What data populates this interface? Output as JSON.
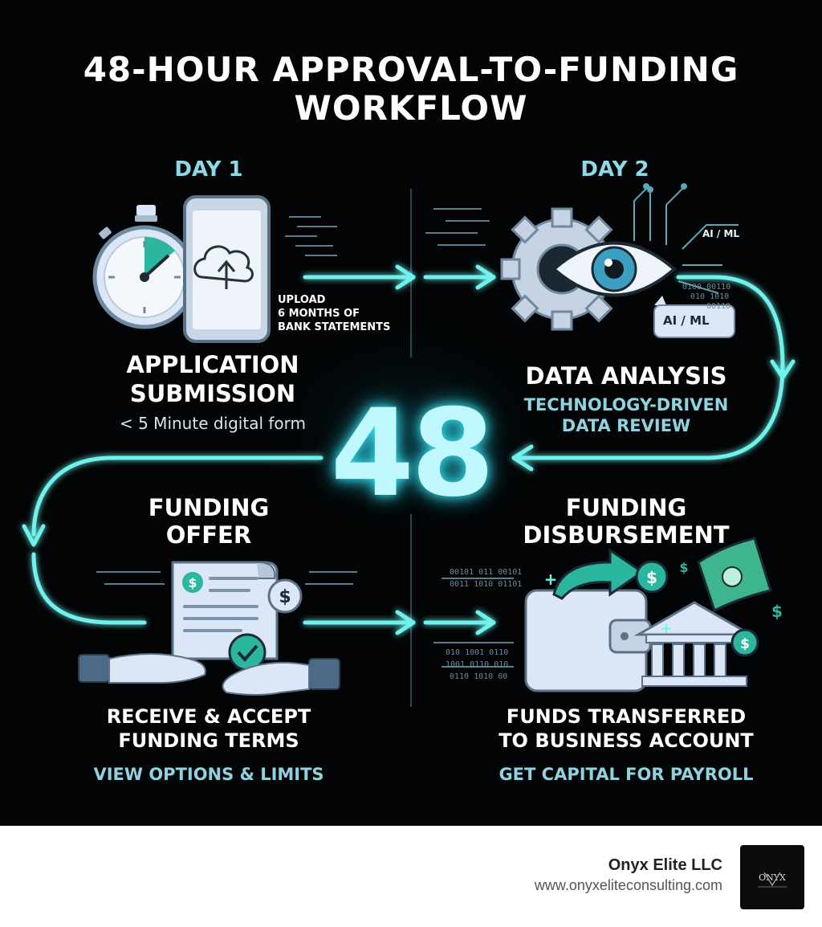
{
  "title": {
    "line1": "48-HOUR APPROVAL-TO-FUNDING",
    "line2": "WORKFLOW"
  },
  "day1_label": "DAY 1",
  "day2_label": "DAY 2",
  "center_number": "48",
  "steps": {
    "application": {
      "heading_line1": "APPLICATION",
      "heading_line2": "SUBMISSION",
      "subtitle": "< 5 Minute digital form",
      "upload_line1": "UPLOAD",
      "upload_line2": "6 MONTHS OF",
      "upload_line3": "BANK STATEMENTS"
    },
    "analysis": {
      "heading": "DATA ANALYSIS",
      "sub_line1": "TECHNOLOGY-DRIVEN",
      "sub_line2": "DATA REVIEW",
      "ai_label_small": "AI / ML",
      "ai_label": "AI / ML"
    },
    "offer": {
      "heading_line1": "FUNDING",
      "heading_line2": "OFFER",
      "desc_line1": "RECEIVE & ACCEPT",
      "desc_line2": "FUNDING TERMS",
      "sub": "VIEW OPTIONS & LIMITS"
    },
    "disbursement": {
      "heading_line1": "FUNDING",
      "heading_line2": "DISBURSEMENT",
      "desc_line1": "FUNDS TRANSFERRED",
      "desc_line2": "TO BUSINESS ACCOUNT",
      "sub": "GET CAPITAL FOR PAYROLL"
    }
  },
  "footer": {
    "company": "Onyx Elite LLC",
    "url": "www.onyxeliteconsulting.com",
    "logo_text": "ONYX"
  },
  "colors": {
    "background": "#020405",
    "accent": "#6ff2ec",
    "label": "#8fd9e6",
    "icon_fill": "#dbe7f6",
    "green": "#2bb79d"
  },
  "icons": [
    "stopwatch-icon",
    "phone-cloud-upload-icon",
    "gear-eye-icon",
    "document-check-icon",
    "handshake-icon",
    "dollar-coin-icon",
    "wallet-icon",
    "bank-icon",
    "money-bill-icon"
  ]
}
